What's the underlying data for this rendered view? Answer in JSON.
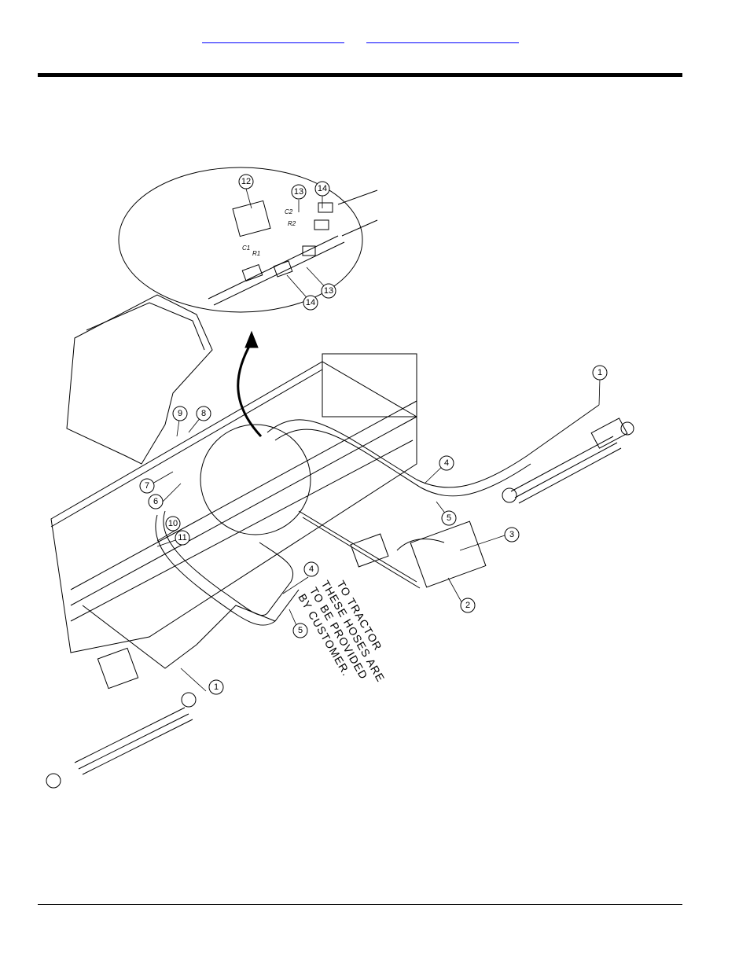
{
  "header": {
    "link1_text": "",
    "link2_text": ""
  },
  "diagram": {
    "callouts": [
      "1",
      "1",
      "2",
      "3",
      "4",
      "4",
      "5",
      "5",
      "6",
      "7",
      "8",
      "9",
      "10",
      "11",
      "12",
      "13",
      "13",
      "14",
      "14"
    ],
    "port_labels": [
      "C2",
      "R2",
      "C1",
      "R1"
    ],
    "note_lines": [
      "TO TRACTOR",
      "THESE HOSES ARE",
      "TO BE PROVIDED",
      "BY CUSTOMER."
    ]
  },
  "colors": {
    "line": "#000000",
    "link": "#0000ff",
    "background": "#ffffff"
  }
}
